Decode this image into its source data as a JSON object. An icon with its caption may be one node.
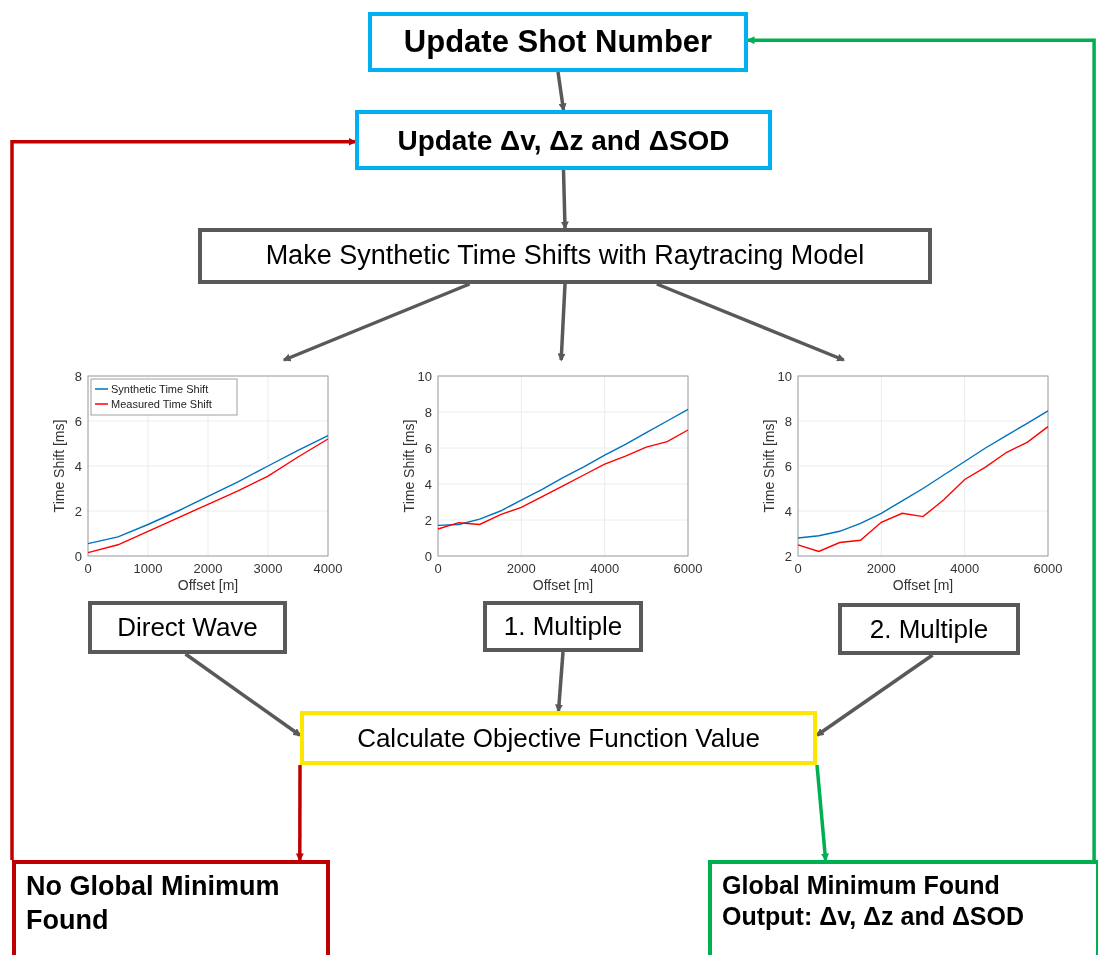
{
  "diagram": {
    "nodes": [
      {
        "text": [
          "Update Shot Number"
        ]
      },
      {
        "text": [
          "Update Δv, Δz and ΔSOD"
        ]
      },
      {
        "text": [
          "Make Synthetic Time Shifts with Raytracing Model"
        ]
      },
      {
        "text": [],
        "shape": "picture"
      },
      {
        "text": [],
        "shape": "picture"
      },
      {
        "text": [],
        "shape": "picture"
      },
      {
        "text": [
          "Direct Wave"
        ]
      },
      {
        "text": [
          "1. Multiple"
        ]
      },
      {
        "text": [
          "2. Multiple"
        ]
      },
      {
        "text": [
          "Calculate Objective Function Value"
        ]
      },
      {
        "text": [
          "No Global Minimum Found"
        ]
      },
      {
        "text": [
          "Global Minimum Found",
          "Output: Δv, Δz and ΔSOD"
        ]
      }
    ],
    "edges": [
      {
        "from": 0,
        "to": 1,
        "arrow": "to"
      },
      {
        "from": 1,
        "to": 2,
        "arrow": "to"
      },
      {
        "from": 2,
        "to": 3,
        "arrow": "to"
      },
      {
        "from": 2,
        "to": 4,
        "arrow": "to"
      },
      {
        "from": 2,
        "to": 5,
        "arrow": "to"
      },
      {
        "from": 6,
        "to": 9,
        "arrow": "to"
      },
      {
        "from": 7,
        "to": 9,
        "arrow": "to"
      },
      {
        "from": 8,
        "to": 9,
        "arrow": "to"
      },
      {
        "from": 9,
        "to": 10,
        "arrow": "to",
        "color": "#c00000"
      },
      {
        "from": 9,
        "to": 11,
        "arrow": "to",
        "color": "#00b050"
      },
      {
        "from": 10,
        "to": 1,
        "arrow": "to",
        "color": "#c00000"
      },
      {
        "from": 11,
        "to": 0,
        "arrow": "to",
        "color": "#00b050"
      }
    ],
    "chart_data": [
      {
        "type": "line",
        "xlabel": "Offset [m]",
        "ylabel": "Time Shift [ms]",
        "x": [
          0,
          500,
          1000,
          1500,
          2000,
          2500,
          3000,
          3500,
          4000
        ],
        "xlim": [
          0,
          4000
        ],
        "ylim": [
          0,
          8
        ],
        "xticks": [
          0,
          1000,
          2000,
          3000,
          4000
        ],
        "yticks": [
          0,
          2,
          4,
          6,
          8
        ],
        "grid": true,
        "legend": true,
        "series": [
          {
            "name": "Synthetic Time Shift",
            "color": "#0072bd",
            "values": [
              0.55,
              0.85,
              1.4,
              2.0,
              2.65,
              3.3,
              4.0,
              4.7,
              5.35
            ]
          },
          {
            "name": "Measured Time Shift",
            "color": "#ff0000",
            "values": [
              0.15,
              0.5,
              1.1,
              1.7,
              2.3,
              2.9,
              3.55,
              4.4,
              5.2
            ]
          }
        ]
      },
      {
        "type": "line",
        "xlabel": "Offset [m]",
        "ylabel": "Time Shift [ms]",
        "x": [
          0,
          500,
          1000,
          1500,
          2000,
          2500,
          3000,
          3500,
          4000,
          4500,
          5000,
          5500,
          6000
        ],
        "xlim": [
          0,
          6000
        ],
        "ylim": [
          0,
          10
        ],
        "xticks": [
          0,
          2000,
          4000,
          6000
        ],
        "yticks": [
          0,
          2,
          4,
          6,
          8,
          10
        ],
        "grid": true,
        "series": [
          {
            "color": "#0072bd",
            "values": [
              1.7,
              1.75,
              2.05,
              2.5,
              3.1,
              3.7,
              4.35,
              4.95,
              5.6,
              6.2,
              6.85,
              7.5,
              8.15
            ]
          },
          {
            "color": "#ff0000",
            "values": [
              1.5,
              1.85,
              1.75,
              2.3,
              2.7,
              3.3,
              3.9,
              4.5,
              5.1,
              5.55,
              6.05,
              6.35,
              7.0
            ]
          }
        ]
      },
      {
        "type": "line",
        "xlabel": "Offset [m]",
        "ylabel": "Time Shift [ms]",
        "x": [
          0,
          500,
          1000,
          1500,
          2000,
          2500,
          3000,
          3500,
          4000,
          4500,
          5000,
          5500,
          6000
        ],
        "xlim": [
          0,
          6000
        ],
        "ylim": [
          2,
          10
        ],
        "xticks": [
          0,
          2000,
          4000,
          6000
        ],
        "yticks": [
          2,
          4,
          6,
          8,
          10
        ],
        "grid": true,
        "series": [
          {
            "color": "#0072bd",
            "values": [
              2.8,
              2.9,
              3.1,
              3.45,
              3.9,
              4.45,
              5.0,
              5.6,
              6.2,
              6.8,
              7.35,
              7.9,
              8.45
            ]
          },
          {
            "color": "#ff0000",
            "values": [
              2.5,
              2.2,
              2.6,
              2.7,
              3.5,
              3.9,
              3.75,
              4.5,
              5.4,
              5.95,
              6.6,
              7.05,
              7.75
            ]
          }
        ]
      }
    ]
  }
}
